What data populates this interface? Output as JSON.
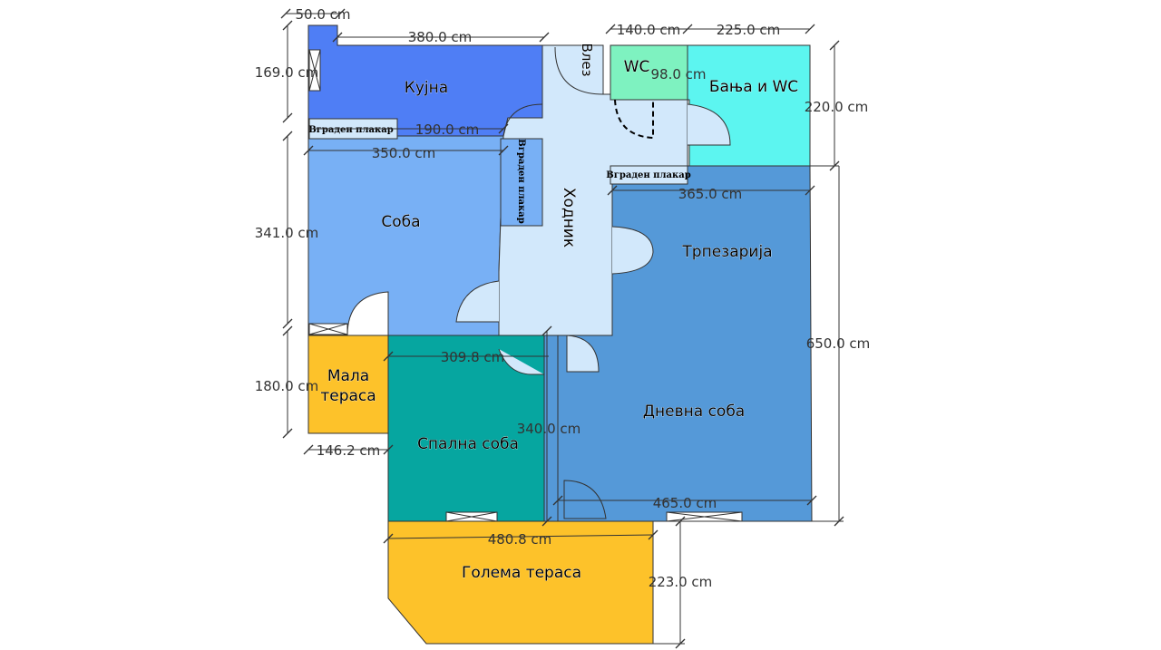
{
  "rooms": {
    "kitchen": "Кујна",
    "room": "Соба",
    "corridor": "Ходник",
    "entrance": "Влез",
    "wc": "WC",
    "bathroom": "Бања и WC",
    "dining": "Трпезарија",
    "living": "Дневна соба",
    "bedroom": "Спална соба",
    "small_terrace": "Мала тераса",
    "big_terrace": "Голема тераса"
  },
  "closets": {
    "kitchen_closet": "Вграден плакар",
    "room_closet": "Вграден плакар",
    "dining_closet": "Вграден плакар"
  },
  "dimensions": {
    "top_small": "50.0 cm",
    "kitchen_width": "380.0 cm",
    "wc_width": "140.0 cm",
    "bath_width": "225.0 cm",
    "kitchen_height": "169.0 cm",
    "wc_inner": "98.0 cm",
    "bath_height": "220.0 cm",
    "closet_width": "190.0 cm",
    "room_width": "350.0 cm",
    "dining_width": "365.0 cm",
    "room_height": "341.0 cm",
    "right_height": "650.0 cm",
    "bedroom_width": "309.8 cm",
    "small_terrace_height": "180.0 cm",
    "bedroom_height": "340.0 cm",
    "small_terrace_width": "146.2 cm",
    "living_width": "465.0 cm",
    "big_terrace_width": "480.8 cm",
    "big_terrace_height": "223.0 cm"
  },
  "colors": {
    "kitchen": "#4f7ef5",
    "room": "#78b0f5",
    "corridor": "#d2e8fb",
    "wc": "#7ef2c0",
    "bathroom": "#5cf5f0",
    "living": "#5599d8",
    "bedroom": "#06a6a0",
    "terrace": "#fdc22a"
  }
}
